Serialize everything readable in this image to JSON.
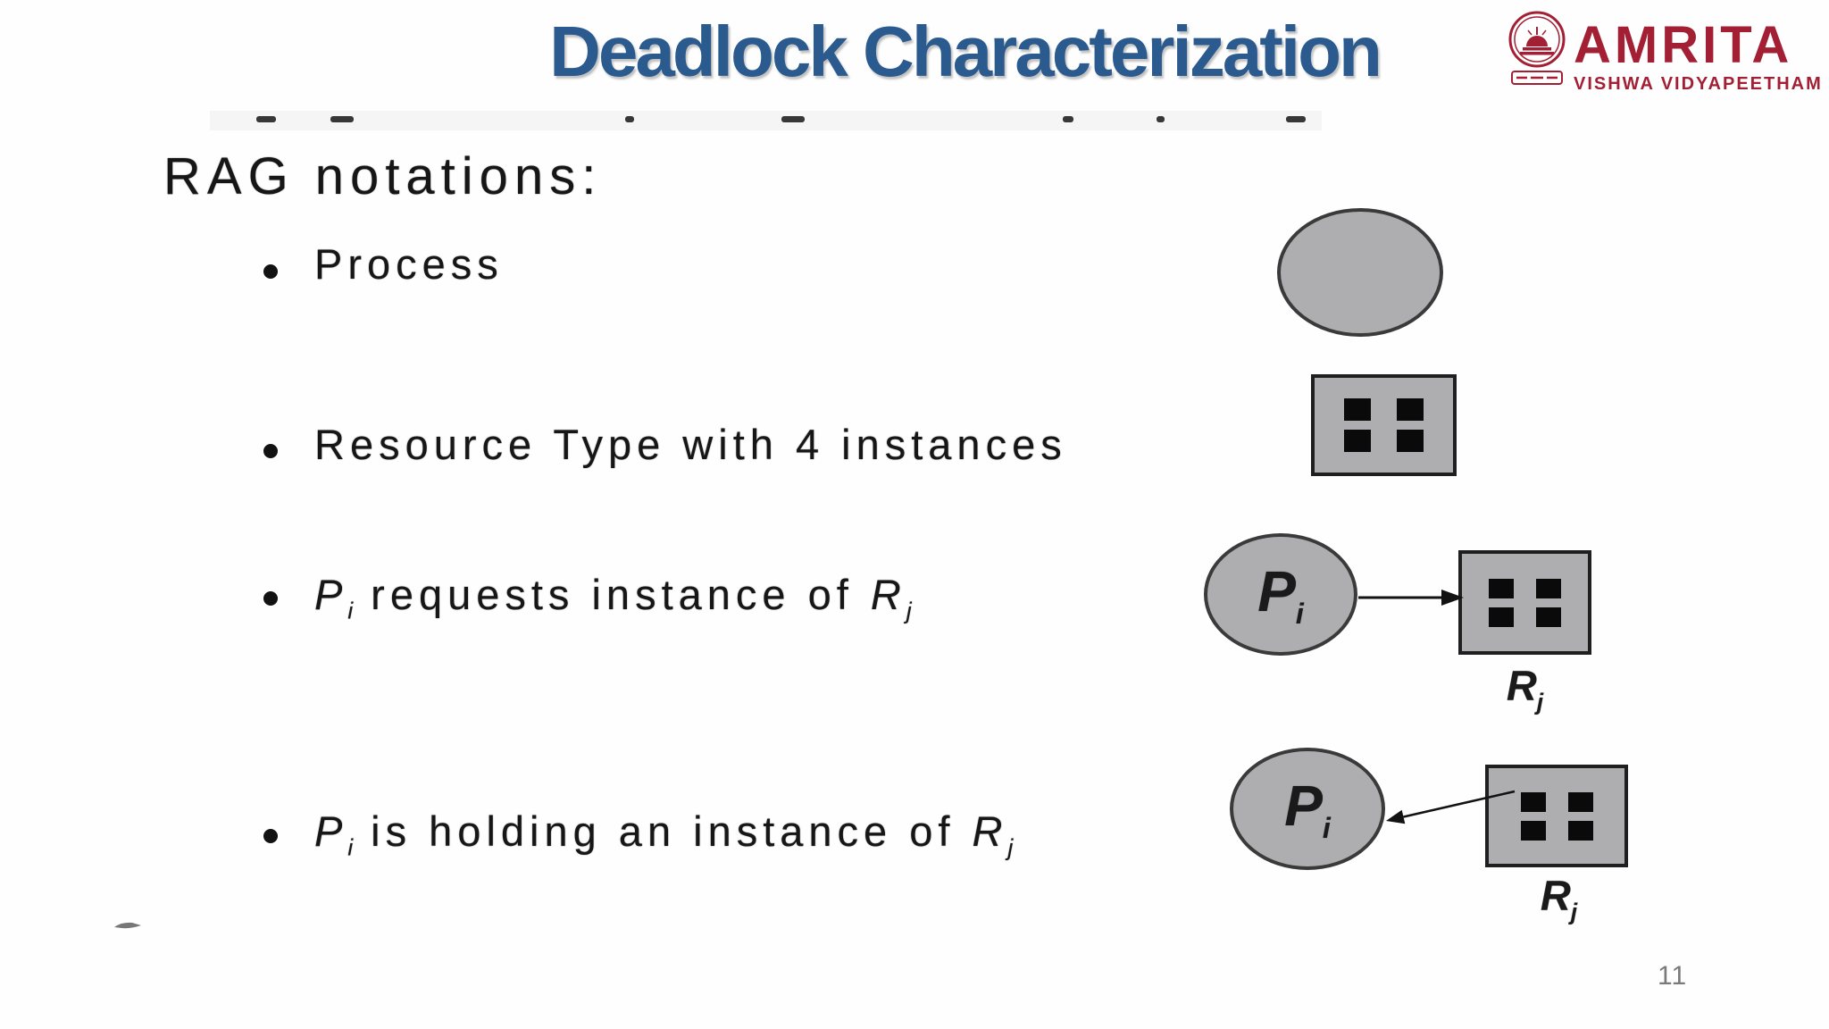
{
  "title": {
    "text": "Deadlock Characterization",
    "color": "#2a5a8e"
  },
  "logo": {
    "brand": "AMRITA",
    "subtitle": "VISHWA VIDYAPEETHAM",
    "color": "#a31f34",
    "emblem_icon": "amrita-seal-icon"
  },
  "heading": {
    "text": "RAG notations:"
  },
  "bullets": [
    {
      "text": "Process"
    },
    {
      "text": "Resource Type with 4 instances"
    },
    {
      "var1": "P",
      "sub1": "i",
      "mid": " requests instance of ",
      "var2": "R",
      "sub2": "j"
    },
    {
      "var1": "P",
      "sub1": "i",
      "mid": " is holding an instance of ",
      "var2": "R",
      "sub2": "j"
    }
  ],
  "diagrams": {
    "process_shape": {
      "type": "ellipse"
    },
    "resource_shape": {
      "type": "rect",
      "instances": 4
    },
    "request": {
      "process_var": "P",
      "process_sub": "i",
      "resource_var": "R",
      "resource_sub": "j",
      "arrow": "process-to-resource"
    },
    "holding": {
      "process_var": "P",
      "process_sub": "i",
      "resource_var": "R",
      "resource_sub": "j",
      "arrow": "resource-to-process"
    }
  },
  "footer": {
    "page_number": "11"
  },
  "colors": {
    "title_blue": "#2a5a8e",
    "logo_maroon": "#a31f34",
    "shape_fill": "#aeaeb0",
    "shape_border": "#2a2a2a",
    "instance_dot": "#0a0a0a",
    "body_text": "#161616",
    "page_number_gray": "#7a7a7a"
  }
}
